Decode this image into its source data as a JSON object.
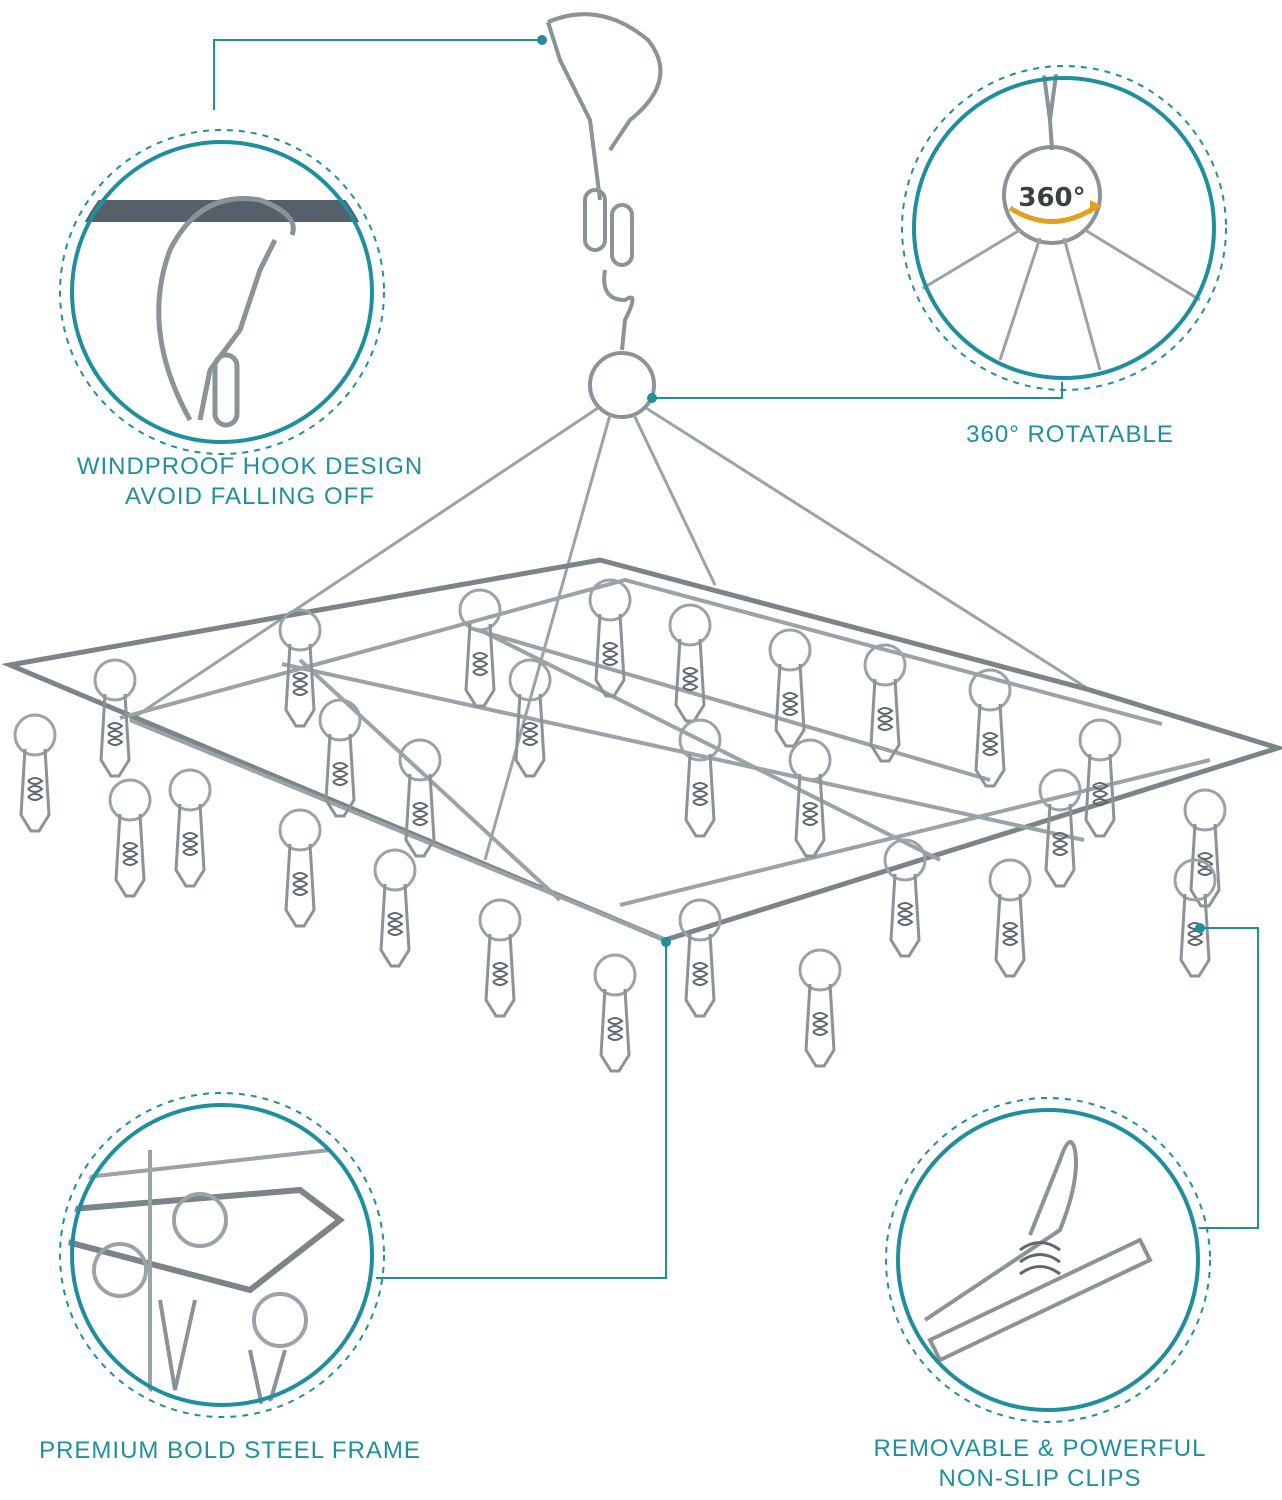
{
  "features": {
    "windproof": {
      "line1": "WINDPROOF HOOK DESIGN",
      "line2": "AVOID FALLING OFF",
      "icon": "hook-on-rod-icon"
    },
    "rotatable": {
      "label": "360°  ROTATABLE",
      "badge": "360°",
      "icon": "swivel-ring-icon"
    },
    "frame": {
      "label": "PREMIUM BOLD STEEL FRAME",
      "icon": "steel-frame-icon"
    },
    "clips": {
      "line1": "REMOVABLE & POWERFUL",
      "line2": "NON-SLIP CLIPS",
      "icon": "clothespin-icon"
    }
  },
  "colors": {
    "accent": "#1f8f9e",
    "steel": "#9aa3a8",
    "steel_dark": "#5f686d",
    "background": "#ffffff"
  }
}
